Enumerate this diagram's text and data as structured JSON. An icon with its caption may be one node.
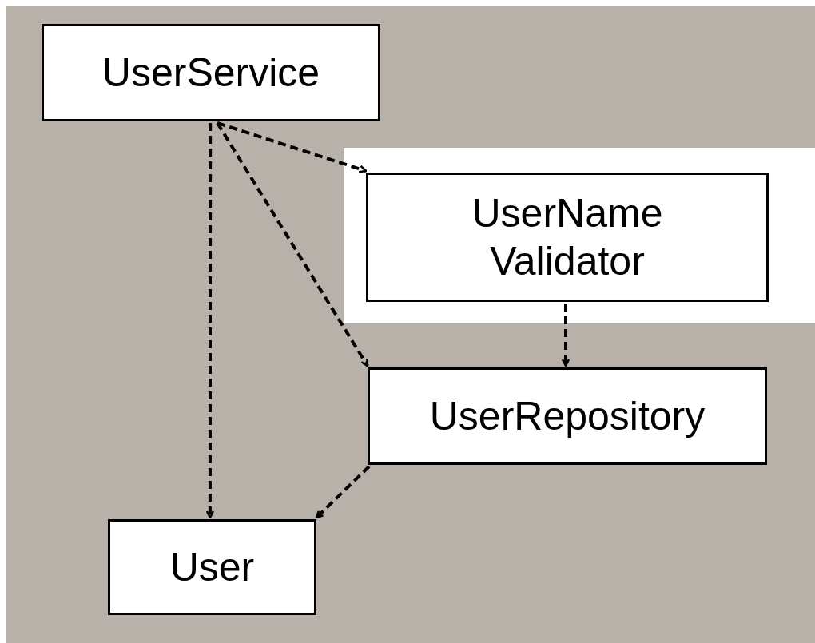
{
  "diagram": {
    "nodes": [
      {
        "text": [
          "UserService"
        ]
      },
      {
        "text": [
          "UserName Validator"
        ]
      },
      {
        "text": [
          "UserRepository"
        ]
      },
      {
        "text": [
          "User"
        ]
      }
    ],
    "edges": [
      {
        "from": 0,
        "to": 1,
        "arrow": "to",
        "style": "dashed"
      },
      {
        "from": 0,
        "to": 2,
        "arrow": "to",
        "style": "dashed"
      },
      {
        "from": 0,
        "to": 3,
        "arrow": "to",
        "style": "dashed"
      },
      {
        "from": 1,
        "to": 2,
        "arrow": "to",
        "style": "dashed"
      },
      {
        "from": 2,
        "to": 3,
        "arrow": "to",
        "style": "dashed"
      }
    ]
  }
}
